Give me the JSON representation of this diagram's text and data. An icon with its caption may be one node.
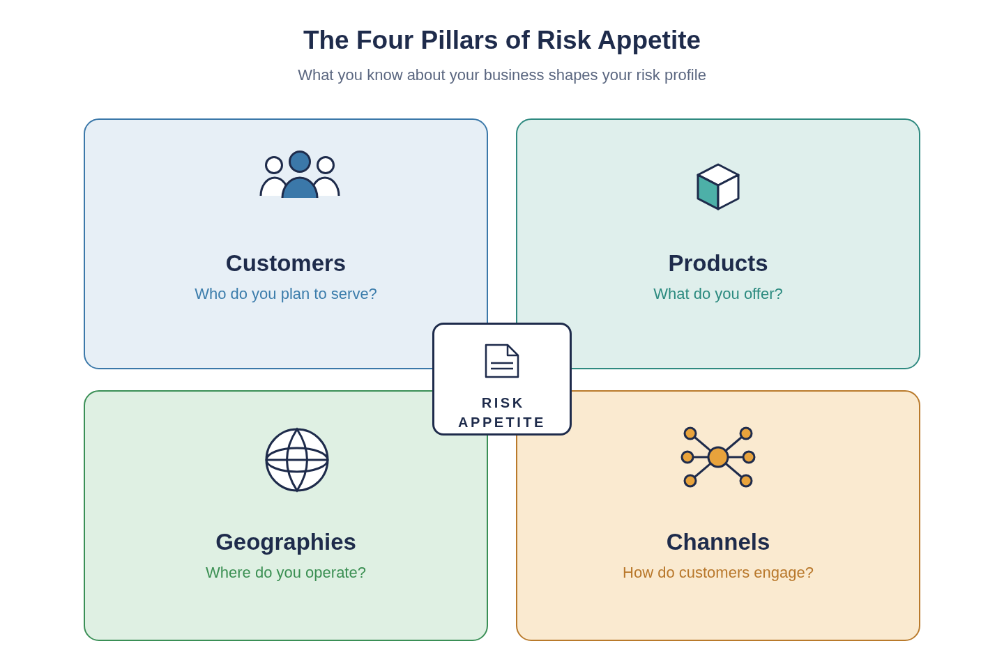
{
  "diagram": {
    "title": "The Four Pillars of Risk Appetite",
    "nodes": [
      {
        "text": [
          "Customers",
          "Who do you plan to serve?"
        ]
      },
      {
        "text": [
          "Products",
          "What do you offer?"
        ]
      },
      {
        "text": [
          "RISK APPETITE"
        ]
      },
      {
        "text": [
          "Geographies",
          "Where do you operate?"
        ]
      },
      {
        "text": [
          "Channels",
          "How do customers engage?"
        ]
      }
    ],
    "labels": [
      "What you know about your business shapes your risk profile"
    ]
  }
}
